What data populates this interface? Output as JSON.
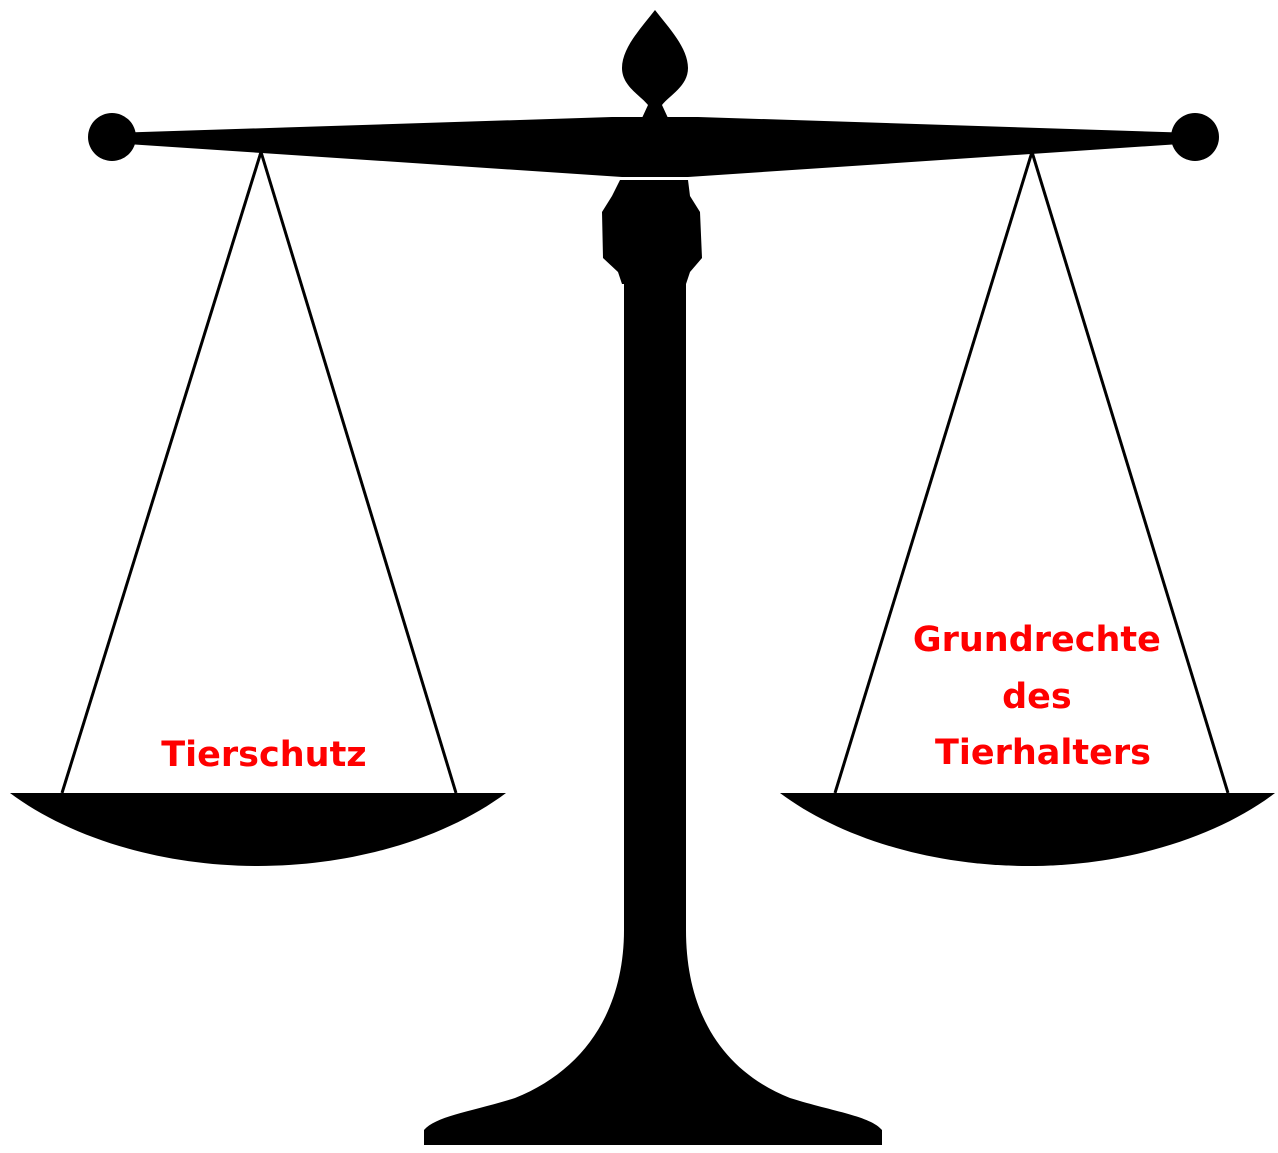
{
  "labels": {
    "left_pan": "Tierschutz",
    "right_pan": [
      "Grundrechte",
      "des",
      "Tierhalters"
    ]
  },
  "colors": {
    "label": "#ff0000",
    "silhouette": "#000000",
    "background": "#ffffff"
  }
}
